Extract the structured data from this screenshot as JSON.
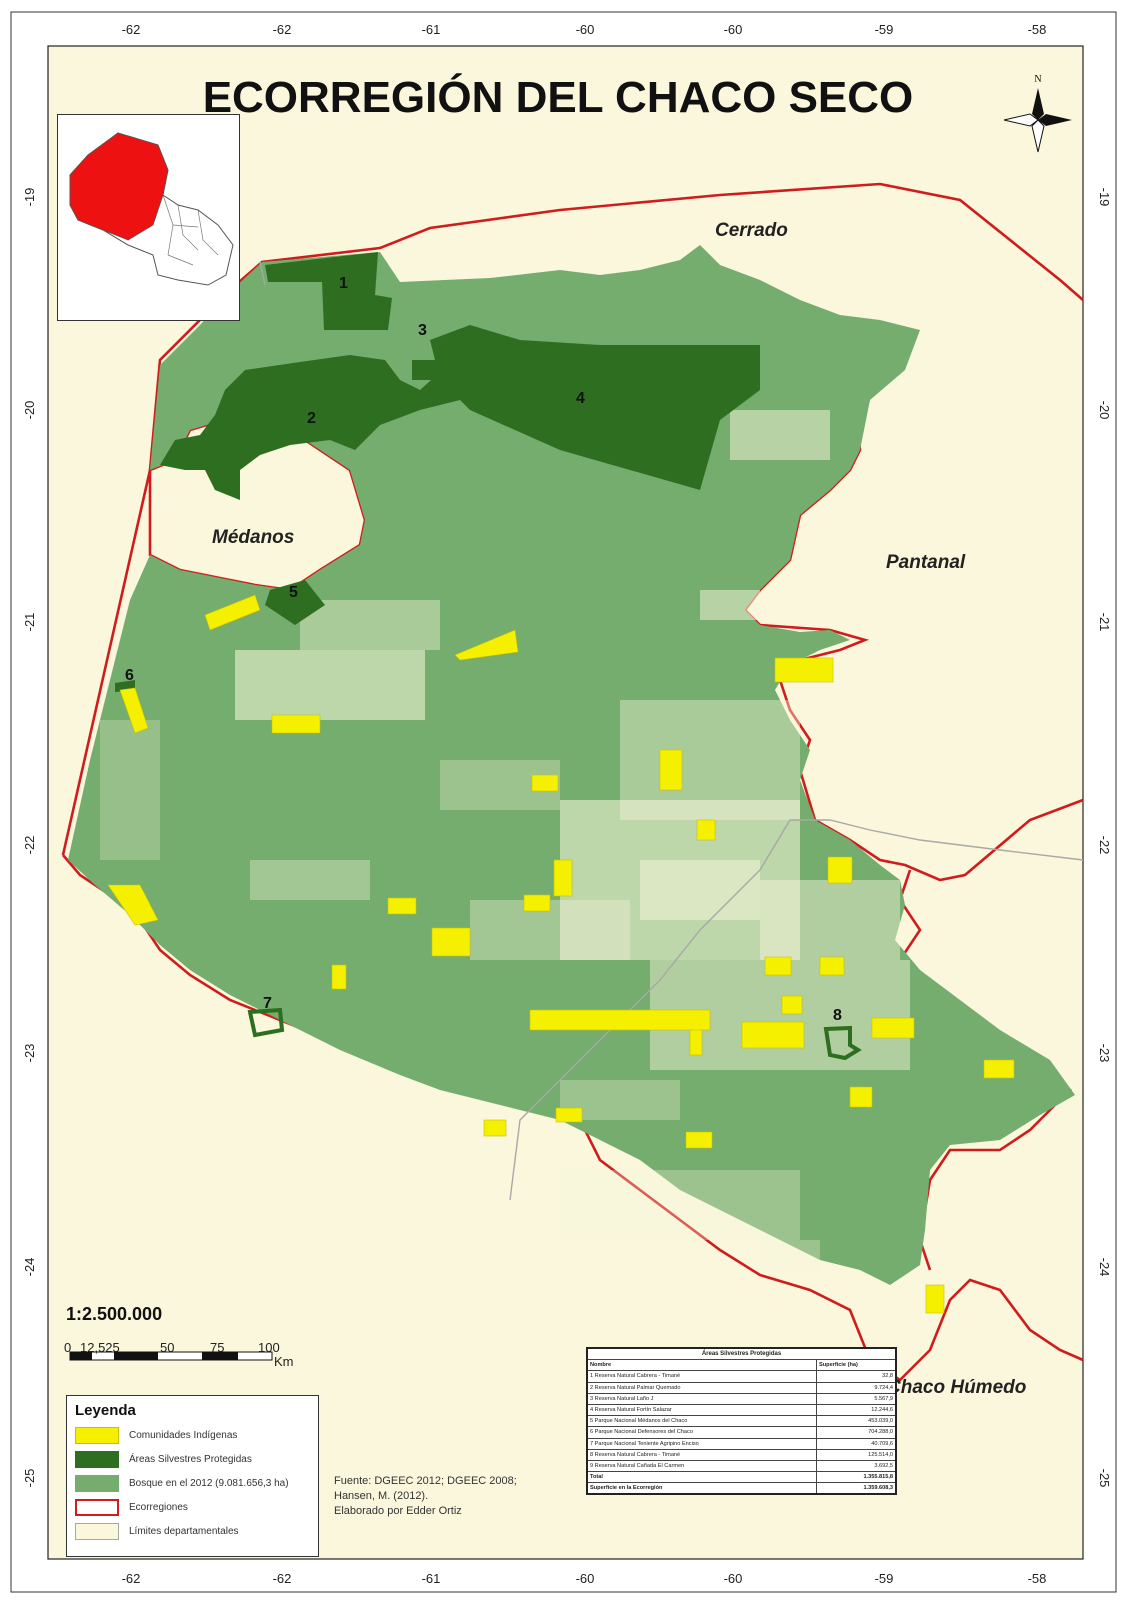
{
  "title": "ECORREGIÓN DEL CHACO SECO",
  "north_label": "N",
  "colors": {
    "forest": "#74ad6e",
    "protected": "#2d6e20",
    "indigenous": "#f5f000",
    "background": "#faf7dc",
    "ecoregion_border": "#d01c1c",
    "department_lines": "#a8a8a8",
    "inset_highlight": "#ee1111"
  },
  "graticule": {
    "longitudes": [
      "-62",
      "-62",
      "-61",
      "-60",
      "-60",
      "-59",
      "-58"
    ],
    "latitudes": [
      "-19",
      "-20",
      "-21",
      "-22",
      "-23",
      "-24",
      "-25"
    ]
  },
  "region_labels": {
    "cerrado": "Cerrado",
    "medanos": "Médanos",
    "pantanal": "Pantanal",
    "chaco_humedo": "Chaco Húmedo"
  },
  "area_numbers": [
    "1",
    "2",
    "3",
    "4",
    "5",
    "6",
    "7",
    "8"
  ],
  "scale": {
    "ratio": "1:2.500.000",
    "ticks": [
      "0",
      "12,525",
      "50",
      "75",
      "100"
    ],
    "unit": "Km"
  },
  "legend": {
    "title": "Leyenda",
    "items": [
      {
        "label": "Comunidades Indígenas",
        "swatch": "indigenous"
      },
      {
        "label": "Áreas Silvestres Protegidas",
        "swatch": "protected"
      },
      {
        "label": "Bosque en el 2012 (9.081.656,3 ha)",
        "swatch": "forest"
      },
      {
        "label": "Ecorregiones",
        "swatch": "ecoregion"
      },
      {
        "label": "Límites departamentales",
        "swatch": "departments"
      }
    ]
  },
  "source": {
    "line1": "Fuente: DGEEC 2012; DGEEC 2008;",
    "line2": "Hansen, M. (2012).",
    "line3": "Elaborado por Edder Ortiz"
  },
  "table": {
    "caption": "Áreas Silvestres Protegidas",
    "headers": [
      "Nombre",
      "Superficie (ha)"
    ],
    "rows": [
      {
        "name": "1 Reserva Natural Cabrera - Timané",
        "area": "32,8"
      },
      {
        "name": "2 Reserva Natural Palmar Quemado",
        "area": "9.724,4"
      },
      {
        "name": "3 Reserva Natural Laño J",
        "area": "5.567,9"
      },
      {
        "name": "4 Reserva Natural Fortín Salazar",
        "area": "12.244,6"
      },
      {
        "name": "5 Parque Nacional Médanos del Chaco",
        "area": "453.039,0"
      },
      {
        "name": "6 Parque Nacional Defensores del Chaco",
        "area": "704.288,0"
      },
      {
        "name": "7 Parque Nacional Teniente Agripino Enciso",
        "area": "40.709,6"
      },
      {
        "name": "8 Reserva Natural Cabrera - Timané",
        "area": "125.514,0"
      },
      {
        "name": "9 Reserva Natural Cañada El Carmen",
        "area": "3.692,5"
      }
    ],
    "total": {
      "name": "Total",
      "area": "1.355.815,8"
    },
    "ecoregion": {
      "name": "Superficie en la Ecorregión",
      "area": "1.359.608,3"
    }
  }
}
